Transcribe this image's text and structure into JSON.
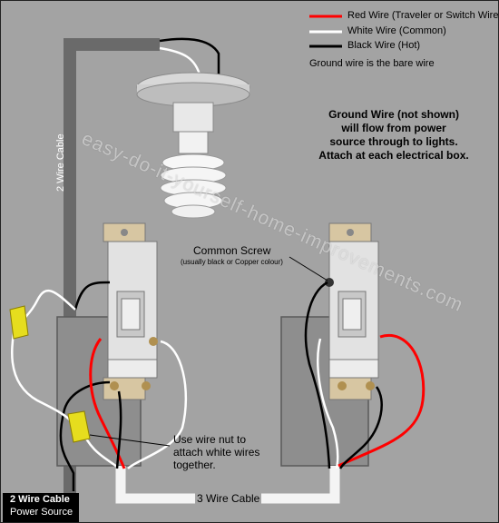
{
  "legend": {
    "red": "Red Wire (Traveler or Switch Wire)",
    "white": "White Wire (Common)",
    "black": "Black Wire (Hot)",
    "ground_note": "Ground wire is the bare wire",
    "red_color": "#ff0000",
    "white_color": "#ffffff",
    "black_color": "#000000"
  },
  "ground_info": {
    "line1": "Ground Wire (not shown)",
    "line2": "will flow from power",
    "line3": "source through to lights.",
    "line4": "Attach at each electrical box."
  },
  "watermark": "easy-do-it-yourself-home-improvements.com",
  "labels": {
    "two_wire_vertical": "2 Wire Cable",
    "common_screw": "Common Screw",
    "common_screw_note": "(usually black or Copper colour)",
    "wire_nut_line1": "Use wire nut to",
    "wire_nut_line2": "attach white wires",
    "wire_nut_line3": "together.",
    "three_wire_cable": "3 Wire Cable",
    "bottom_line1": "2 Wire Cable",
    "bottom_line2": "Power Source"
  }
}
